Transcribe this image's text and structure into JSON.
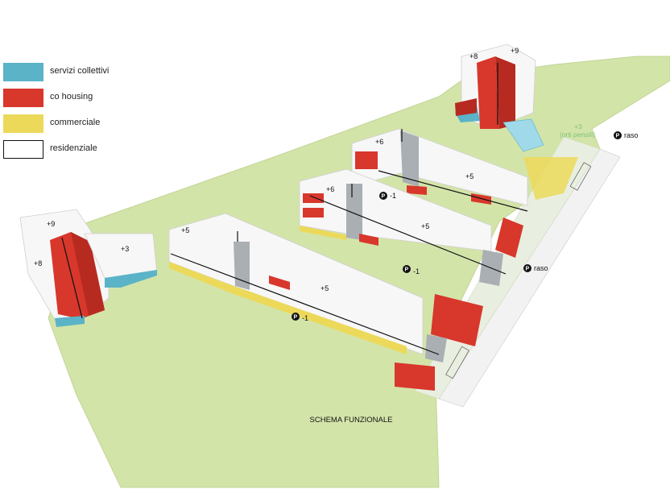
{
  "legend": [
    {
      "label": "servizi collettivi",
      "color": "#5bb3c8",
      "border": "#5bb3c8"
    },
    {
      "label": "co housing",
      "color": "#d8372c",
      "border": "#d8372c"
    },
    {
      "label": "commerciale",
      "color": "#ecd95a",
      "border": "#ecd95a"
    },
    {
      "label": "residenziale",
      "color": "#ffffff",
      "border": "#111111"
    }
  ],
  "colors": {
    "ground": "#d3e4a9",
    "building": "#f7f7f7",
    "core": "#a9afb3",
    "ground_edge": "#c6d89a"
  },
  "labels": {
    "tower_top_a": "+8",
    "tower_top_b": "+9",
    "roof_gardens_floors": "+3",
    "roof_gardens_note": "(orti pensili)",
    "parking_top": "raso",
    "row3_left": "+6",
    "row3_right": "+5",
    "row2_left": "+6",
    "row2_right": "+5",
    "row2_parking": "-1",
    "left_tower_a": "+9",
    "left_tower_b": "+8",
    "left_block": "+3",
    "row1_left": "+5",
    "row1_right": "+5",
    "row1_parking": "-1",
    "parking_mid": "raso",
    "row2_level": "-1",
    "p_glyph": "P"
  },
  "caption": "SCHEMA FUNZIONALE"
}
